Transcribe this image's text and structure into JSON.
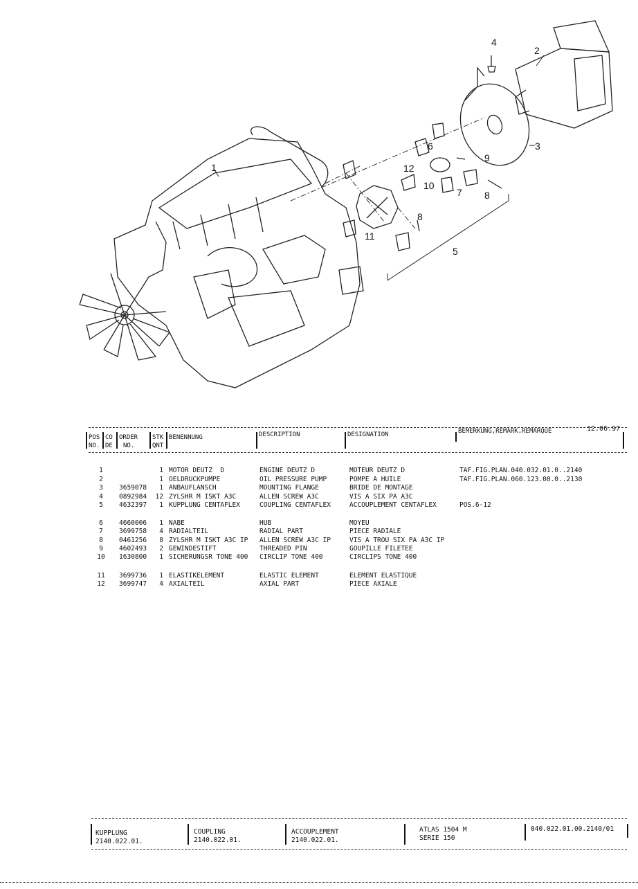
{
  "callouts": [
    "1",
    "2",
    "3",
    "4",
    "5",
    "6",
    "7",
    "8",
    "8",
    "9",
    "10",
    "11",
    "12"
  ],
  "table": {
    "date": "12.06.97",
    "headers": {
      "pos": [
        "POS",
        "NO."
      ],
      "code": [
        "CO",
        "DE"
      ],
      "order": [
        "ORDER",
        "NO."
      ],
      "qty": [
        "STK",
        "QNT"
      ],
      "benennung": "BENENNUNG",
      "description": "DESCRIPTION",
      "designation": "DESIGNATION",
      "remark": "BEMERKUNG,REMARK,REMARQUE"
    },
    "rows": [
      {
        "pos": "1",
        "order": "",
        "qty": "1",
        "ben": "MOTOR DEUTZ  D",
        "desc": "ENGINE DEUTZ D",
        "desig": "MOTEUR DEUTZ D",
        "remark": "TAF.FIG.PLAN.040.032.01.0..2140"
      },
      {
        "pos": "2",
        "order": "",
        "qty": "1",
        "ben": "OELDRUCKPUMPE",
        "desc": "OIL PRESSURE PUMP",
        "desig": "POMPE A HUILE",
        "remark": "TAF.FIG.PLAN.060.123.00.0..2130"
      },
      {
        "pos": "3",
        "order": "3659078",
        "qty": "1",
        "ben": "ANBAUFLANSCH",
        "desc": "MOUNTING FLANGE",
        "desig": "BRIDE DE MONTAGE",
        "remark": ""
      },
      {
        "pos": "4",
        "order": "0892984",
        "qty": "12",
        "ben": "ZYLSHR M ISKT A3C",
        "desc": "ALLEN SCREW A3C",
        "desig": "VIS A SIX PA A3C",
        "remark": ""
      },
      {
        "pos": "5",
        "order": "4632397",
        "qty": "1",
        "ben": "KUPPLUNG CENTAFLEX",
        "desc": "COUPLING CENTAFLEX",
        "desig": "ACCOUPLEMENT CENTAFLEX",
        "remark": "POS.6-12"
      },
      {
        "pos": "6",
        "order": "4660006",
        "qty": "1",
        "ben": "NABE",
        "desc": "HUB",
        "desig": "MOYEU",
        "remark": ""
      },
      {
        "pos": "7",
        "order": "3699758",
        "qty": "4",
        "ben": "RADIALTEIL",
        "desc": "RADIAL PART",
        "desig": "PIECE RADIALE",
        "remark": ""
      },
      {
        "pos": "8",
        "order": "0461256",
        "qty": "8",
        "ben": "ZYLSHR M ISKT A3C IP",
        "desc": "ALLEN SCREW A3C IP",
        "desig": "VIS A TROU SIX PA A3C IP",
        "remark": ""
      },
      {
        "pos": "9",
        "order": "4602493",
        "qty": "2",
        "ben": "GEWINDESTIFT",
        "desc": "THREADED PIN",
        "desig": "GOUPILLE FILETEE",
        "remark": ""
      },
      {
        "pos": "10",
        "order": "1630800",
        "qty": "1",
        "ben": "SICHERUNGSR TONE 400",
        "desc": "CIRCLIP TONE 400",
        "desig": "CIRCLIPS TONE 400",
        "remark": ""
      },
      {
        "pos": "11",
        "order": "3699736",
        "qty": "1",
        "ben": "ELASTIKELEMENT",
        "desc": "ELASTIC ELEMENT",
        "desig": "ELEMENT ELASTIQUE",
        "remark": ""
      },
      {
        "pos": "12",
        "order": "3699747",
        "qty": "4",
        "ben": "AXIALTEIL",
        "desc": "AXIAL PART",
        "desig": "PIECE AXIALE",
        "remark": ""
      }
    ]
  },
  "footer": {
    "de_title": "KUPPLUNG",
    "de_code": "2140.022.01.",
    "en_title": "COUPLING",
    "en_code": "2140.022.01.",
    "fr_title": "ACCOUPLEMENT",
    "fr_code": "2140.022.01.",
    "model": "ATLAS 1504 M",
    "serie": "SERIE 150",
    "docno": "040.022.01.00.2140/01"
  }
}
